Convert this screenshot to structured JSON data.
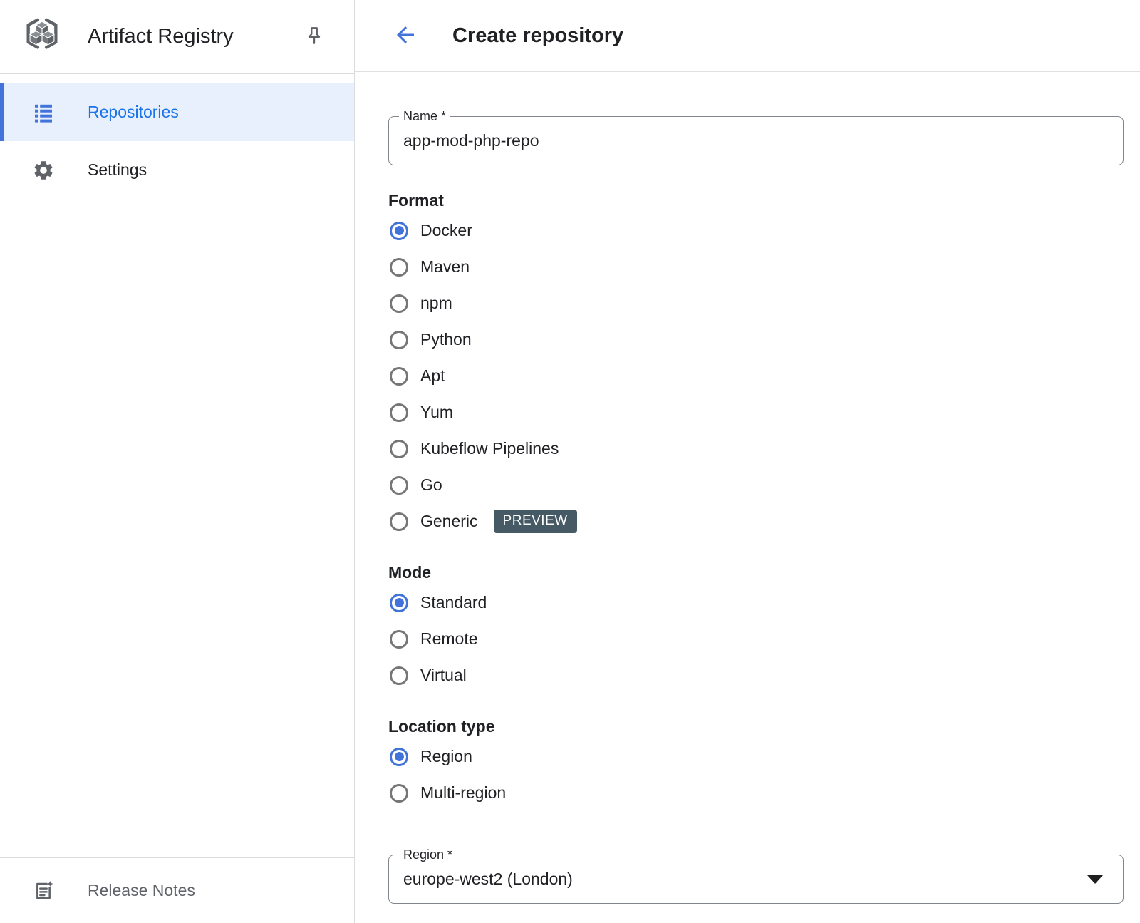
{
  "app": {
    "product": "Artifact Registry"
  },
  "sidebar": {
    "items": [
      {
        "label": "Repositories",
        "selected": true
      },
      {
        "label": "Settings",
        "selected": false
      }
    ],
    "release_notes_label": "Release Notes"
  },
  "header": {
    "title": "Create repository"
  },
  "form": {
    "name_field": {
      "label": "Name *",
      "value": "app-mod-php-repo"
    },
    "format": {
      "heading": "Format",
      "selected": "Docker",
      "options": [
        {
          "label": "Docker",
          "selected": true
        },
        {
          "label": "Maven",
          "selected": false
        },
        {
          "label": "npm",
          "selected": false
        },
        {
          "label": "Python",
          "selected": false
        },
        {
          "label": "Apt",
          "selected": false
        },
        {
          "label": "Yum",
          "selected": false
        },
        {
          "label": "Kubeflow Pipelines",
          "selected": false
        },
        {
          "label": "Go",
          "selected": false
        },
        {
          "label": "Generic",
          "selected": false,
          "badge": "PREVIEW"
        }
      ]
    },
    "mode": {
      "heading": "Mode",
      "selected": "Standard",
      "options": [
        {
          "label": "Standard",
          "selected": true
        },
        {
          "label": "Remote",
          "selected": false
        },
        {
          "label": "Virtual",
          "selected": false
        }
      ]
    },
    "location_type": {
      "heading": "Location type",
      "selected": "Region",
      "options": [
        {
          "label": "Region",
          "selected": true
        },
        {
          "label": "Multi-region",
          "selected": false
        }
      ]
    },
    "region_field": {
      "label": "Region *",
      "value": "europe-west2 (London)"
    }
  },
  "colors": {
    "accent_blue": "#4273da",
    "nav_selected_text": "#1a73e8",
    "nav_selected_bg": "#e8f0fe",
    "preview_badge_bg": "#455a64",
    "field_border": "#80868b",
    "divider": "#dadce0",
    "text_primary": "#202124",
    "text_secondary": "#5f6368"
  }
}
